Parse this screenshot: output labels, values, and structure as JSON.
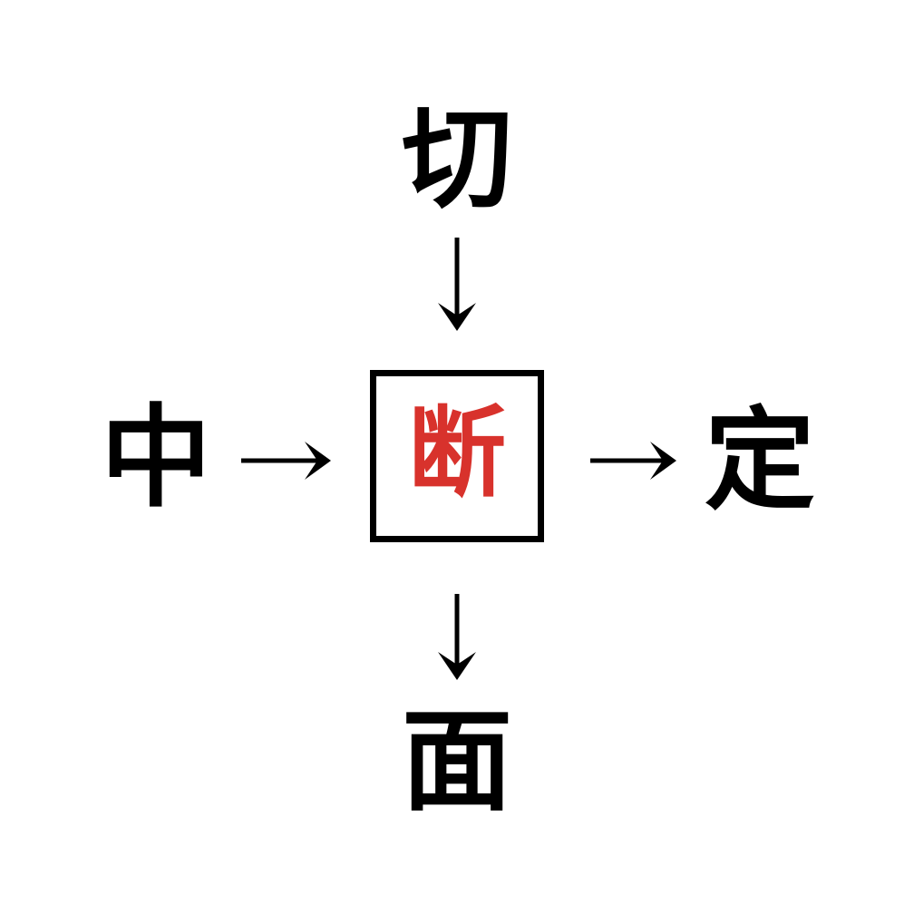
{
  "diagram": {
    "title": "Kanji compound relation diagram",
    "background_color": "#ffffff",
    "center": {
      "character": "断",
      "color": "#d8322c",
      "border_color": "#000000",
      "boxed": "true"
    },
    "nodes": {
      "top": {
        "character": "切",
        "color": "#000000"
      },
      "left": {
        "character": "中",
        "color": "#000000"
      },
      "right": {
        "character": "定",
        "color": "#000000"
      },
      "bottom": {
        "character": "面",
        "color": "#000000"
      }
    },
    "arrows": {
      "top_to_center": {
        "glyph": "↓",
        "direction": "down"
      },
      "left_to_center": {
        "glyph": "→",
        "direction": "right"
      },
      "center_to_right": {
        "glyph": "→",
        "direction": "right"
      },
      "center_to_bottom": {
        "glyph": "↓",
        "direction": "down"
      }
    }
  }
}
